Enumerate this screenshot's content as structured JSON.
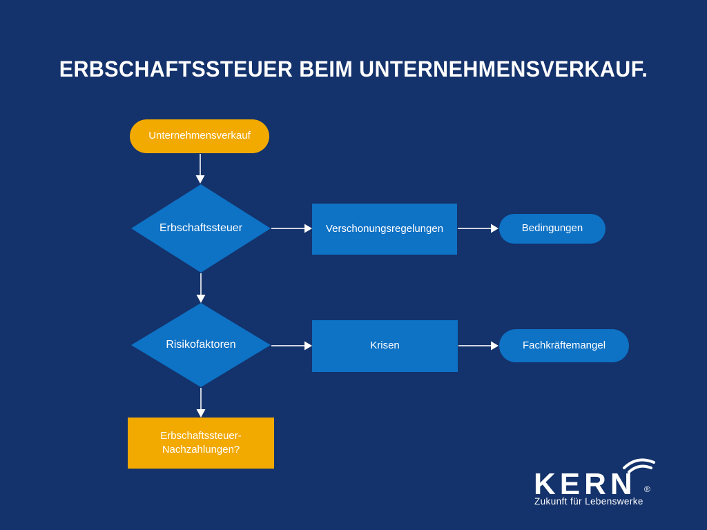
{
  "title": "ERBSCHAFTSSTEUER BEIM UNTERNEHMENSVERKAUF.",
  "colors": {
    "background": "#14326B",
    "node_blue": "#0E72C5",
    "node_orange": "#F2A900",
    "arrow": "#FFFFFF",
    "text": "#FFFFFF"
  },
  "flowchart": {
    "start": {
      "label": "Unternehmensverkauf",
      "shape": "pill",
      "color": "#F2A900"
    },
    "decision1": {
      "label": "Erbschaftssteuer",
      "shape": "diamond",
      "color": "#0E72C5"
    },
    "process1": {
      "label": "Verschonungsregelungen",
      "shape": "rectangle",
      "color": "#0E72C5"
    },
    "result1": {
      "label": "Bedingungen",
      "shape": "pill",
      "color": "#0E72C5"
    },
    "decision2": {
      "label": "Risikofaktoren",
      "shape": "diamond",
      "color": "#0E72C5"
    },
    "process2": {
      "label": "Krisen",
      "shape": "rectangle",
      "color": "#0E72C5"
    },
    "result2": {
      "label": "Fachkräftemangel",
      "shape": "pill",
      "color": "#0E72C5"
    },
    "end": {
      "line1": "Erbschaftssteuer-",
      "line2": "Nachzahlungen?",
      "shape": "rectangle",
      "color": "#F2A900"
    }
  },
  "logo": {
    "brand": "KERN",
    "registered": "®",
    "tagline": "Zukunft für Lebenswerke"
  }
}
